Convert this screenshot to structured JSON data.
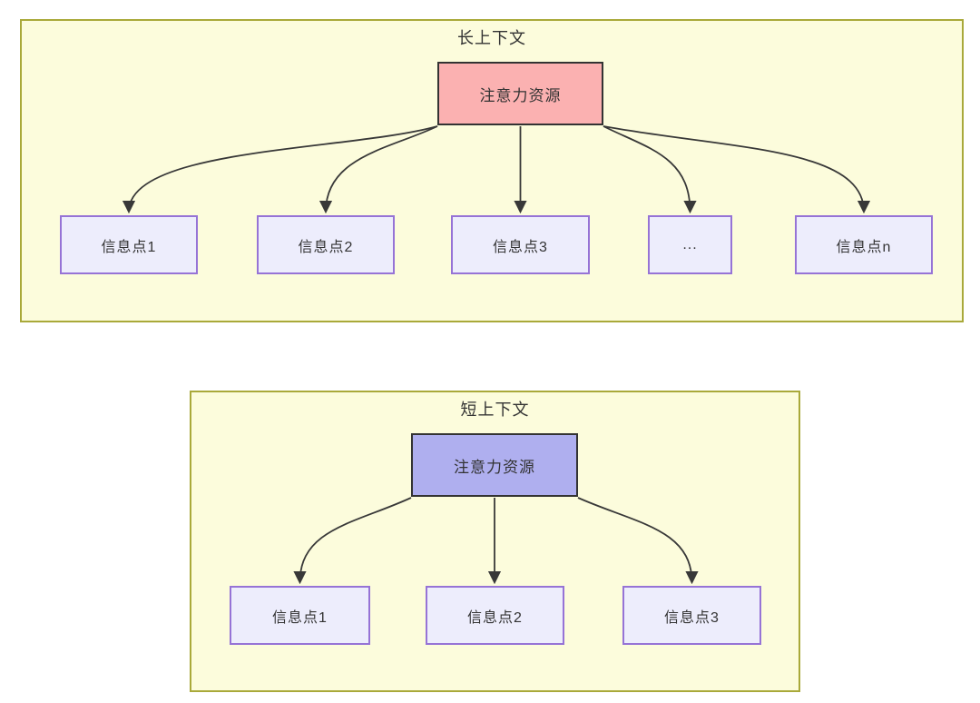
{
  "diagram": {
    "long_context": {
      "title": "长上下文",
      "source_label": "注意力资源",
      "targets": [
        "信息点1",
        "信息点2",
        "信息点3",
        "...",
        "信息点n"
      ]
    },
    "short_context": {
      "title": "短上下文",
      "source_label": "注意力资源",
      "targets": [
        "信息点1",
        "信息点2",
        "信息点3"
      ]
    },
    "colors": {
      "panel_fill": "#FCFCDC",
      "panel_border": "#A9A93A",
      "long_source_fill": "#FBB1B1",
      "short_source_fill": "#AFAFEF",
      "source_border": "#333333",
      "target_fill": "#EDEDFC",
      "target_border": "#9673D6",
      "arrow": "#383838",
      "text": "#333333"
    }
  }
}
